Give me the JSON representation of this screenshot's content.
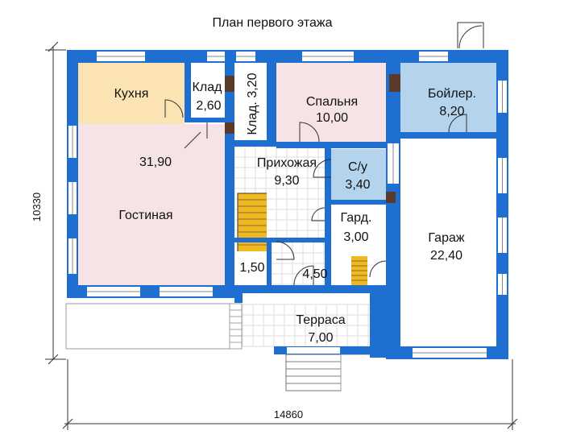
{
  "title": "План первого этажа",
  "colors": {
    "wall": "#1f6fd1",
    "wall_inner": "#ffffff",
    "kitchen": "#fbe3b3",
    "living": "#f5e3e6",
    "bedroom": "#f5e3e6",
    "boiler": "#b3d4ec",
    "bathroom": "#b3d4ec",
    "stairs": "#f2b91f",
    "floor": "#ffffff",
    "grid": "#dddddd",
    "chimney": "#5b3a29"
  },
  "rooms": {
    "kitchen": {
      "name": "Кухня"
    },
    "living": {
      "name": "Гостиная",
      "area": "31,90"
    },
    "storage1": {
      "name": "Клад",
      "area": "2,60"
    },
    "storage2": {
      "name": "Клад. 3,20"
    },
    "bedroom": {
      "name": "Спальня",
      "area": "10,00"
    },
    "boiler": {
      "name": "Бойлер.",
      "area": "8,20"
    },
    "hall": {
      "name": "Прихожая",
      "area": "9,30"
    },
    "bathroom": {
      "name": "С/у",
      "area": "3,40"
    },
    "wardrobe": {
      "name": "Гард.",
      "area": "3,00"
    },
    "garage": {
      "name": "Гараж",
      "area": "22,40"
    },
    "stair_area": {
      "area": "1,50"
    },
    "vestibule": {
      "area": "4,50"
    },
    "terrace": {
      "name": "Терраса",
      "area": "7,00"
    }
  },
  "dimensions": {
    "width": "14860",
    "height": "10330"
  }
}
